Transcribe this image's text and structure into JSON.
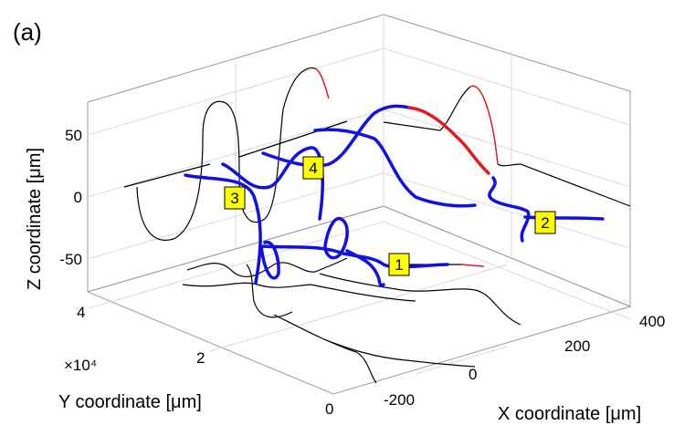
{
  "panel_label": "(a)",
  "colors": {
    "trajectory": "#1010e6",
    "highlight": "#e31a1c",
    "projection": "#000000",
    "label_bg": "#ffff00",
    "grid": "#d9d9d9"
  },
  "chart_data": {
    "type": "line3d",
    "title": "",
    "xlabel": "X coordinate [μm]",
    "ylabel": "Y coordinate [μm]",
    "zlabel": "Z coordinate [μm]",
    "y_exponent_label": "×10⁴",
    "grid": true,
    "x_ticks": [
      "-200",
      "0",
      "200",
      "400"
    ],
    "y_ticks": [
      "0",
      "2",
      "4"
    ],
    "z_ticks": [
      "-50",
      "0",
      "50"
    ],
    "trajectory_labels": [
      "1",
      "2",
      "3",
      "4"
    ]
  }
}
